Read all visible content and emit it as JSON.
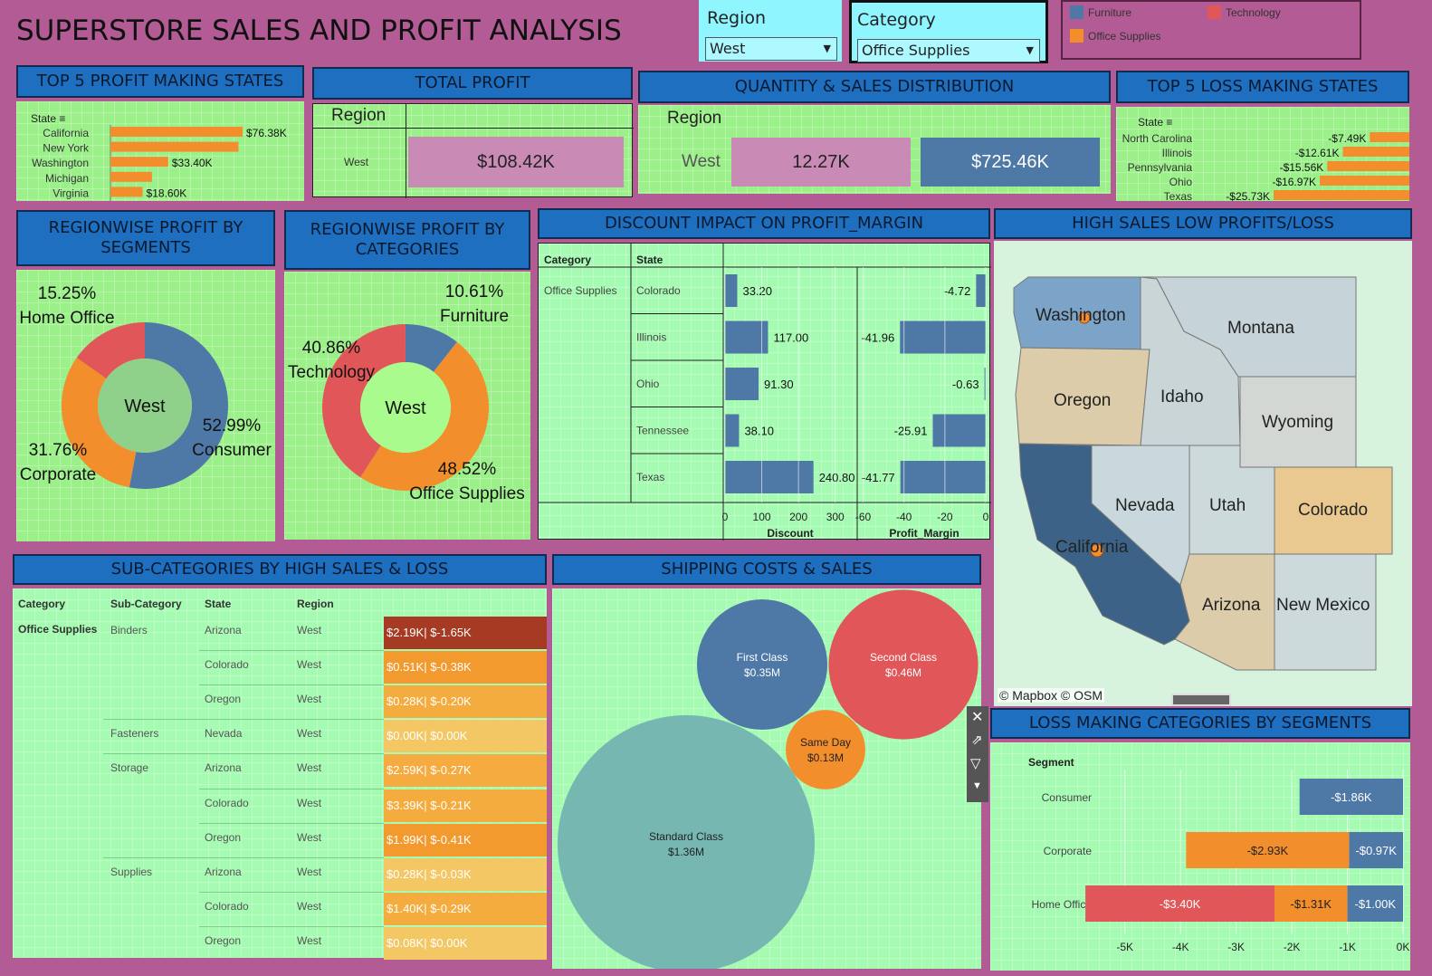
{
  "title": "SUPERSTORE SALES AND PROFIT ANALYSIS",
  "filters": {
    "region": {
      "label": "Region",
      "value": "West"
    },
    "category": {
      "label": "Category",
      "value": "Office Supplies"
    }
  },
  "legend": [
    {
      "name": "Furniture",
      "color": "#4e79a7"
    },
    {
      "name": "Technology",
      "color": "#e15759"
    },
    {
      "name": "Office Supplies",
      "color": "#f28e2b"
    }
  ],
  "headers": {
    "top5_profit": "TOP 5 PROFIT MAKING STATES",
    "total_profit": "TOTAL PROFIT",
    "qty_sales": "QUANTITY & SALES DISTRIBUTION",
    "top5_loss": "TOP 5 LOSS MAKING STATES",
    "region_segments": "REGIONWISE PROFIT BY SEGMENTS",
    "region_categories": "REGIONWISE PROFIT BY CATEGORIES",
    "discount_impact": "DISCOUNT IMPACT ON PROFIT_MARGIN",
    "high_sales_map": "HIGH SALES LOW PROFITS/LOSS",
    "subcategories": "SUB-CATEGORIES BY HIGH SALES & LOSS",
    "shipping": "SHIPPING COSTS & SALES",
    "loss_segments": "LOSS MAKING CATEGORIES BY SEGMENTS"
  },
  "total_profit": {
    "region_label": "Region",
    "region": "West",
    "value": "$108.42K"
  },
  "qty_sales": {
    "region_label": "Region",
    "region": "West",
    "quantity": "12.27K",
    "sales": "$725.46K"
  },
  "map": {
    "attribution": "© Mapbox © OSM",
    "states": [
      "Washington",
      "Montana",
      "Oregon",
      "Idaho",
      "Wyoming",
      "Nevada",
      "Utah",
      "Colorado",
      "California",
      "Arizona",
      "New Mexico"
    ]
  },
  "table": {
    "columns": [
      "Category",
      "Sub-Category",
      "State",
      "Region"
    ],
    "category": "Office Supplies",
    "rows": [
      {
        "sub": "Binders",
        "state": "Arizona",
        "region": "West",
        "value": "$2.19K| $-1.65K",
        "color": "#a63a22"
      },
      {
        "sub": "",
        "state": "Colorado",
        "region": "West",
        "value": "$0.51K| $-0.38K",
        "color": "#f39a2e"
      },
      {
        "sub": "",
        "state": "Oregon",
        "region": "West",
        "value": "$0.28K| $-0.20K",
        "color": "#f5ac3e"
      },
      {
        "sub": "Fasteners",
        "state": "Nevada",
        "region": "West",
        "value": "$0.00K| $0.00K",
        "color": "#f3c763"
      },
      {
        "sub": "Storage",
        "state": "Arizona",
        "region": "West",
        "value": "$2.59K| $-0.27K",
        "color": "#f5ab3f"
      },
      {
        "sub": "",
        "state": "Colorado",
        "region": "West",
        "value": "$3.39K| $-0.21K",
        "color": "#f5ac3e"
      },
      {
        "sub": "",
        "state": "Oregon",
        "region": "West",
        "value": "$1.99K| $-0.41K",
        "color": "#f39a2e"
      },
      {
        "sub": "Supplies",
        "state": "Arizona",
        "region": "West",
        "value": "$0.28K| $-0.03K",
        "color": "#f3c763"
      },
      {
        "sub": "",
        "state": "Colorado",
        "region": "West",
        "value": "$1.40K| $-0.29K",
        "color": "#f5ac3e"
      },
      {
        "sub": "",
        "state": "Oregon",
        "region": "West",
        "value": "$0.08K| $0.00K",
        "color": "#f3c763"
      }
    ]
  },
  "chart_data": [
    {
      "id": "top5_profit",
      "type": "bar",
      "orientation": "horizontal",
      "field_label": "State",
      "categories": [
        "California",
        "New York",
        "Washington",
        "Michigan",
        "Virginia"
      ],
      "values": [
        76.38,
        74.0,
        33.4,
        24.0,
        18.6
      ],
      "value_labels": [
        "$76.38K",
        "",
        "$33.40K",
        "",
        "$18.60K"
      ],
      "unit": "K$",
      "color": "#f28e2b"
    },
    {
      "id": "top5_loss",
      "type": "bar",
      "orientation": "horizontal",
      "field_label": "State",
      "categories": [
        "North Carolina",
        "Illinois",
        "Pennsylvania",
        "Ohio",
        "Texas"
      ],
      "values": [
        -7.49,
        -12.61,
        -15.56,
        -16.97,
        -25.73
      ],
      "value_labels": [
        "-$7.49K",
        "-$12.61K",
        "-$15.56K",
        "-$16.97K",
        "-$25.73K"
      ],
      "unit": "K$",
      "color": "#f28e2b"
    },
    {
      "id": "segments",
      "type": "pie",
      "center_label": "West",
      "slices": [
        {
          "label": "Consumer",
          "percent": 52.99,
          "pct_text": "52.99%",
          "color": "#4e79a7"
        },
        {
          "label": "Corporate",
          "percent": 31.76,
          "pct_text": "31.76%",
          "color": "#f28e2b"
        },
        {
          "label": "Home Office",
          "percent": 15.25,
          "pct_text": "15.25%",
          "color": "#e15759"
        }
      ]
    },
    {
      "id": "categories",
      "type": "pie",
      "center_label": "West",
      "slices": [
        {
          "label": "Furniture",
          "percent": 10.61,
          "pct_text": "10.61%",
          "color": "#4e79a7"
        },
        {
          "label": "Office Supplies",
          "percent": 48.52,
          "pct_text": "48.52%",
          "color": "#f28e2b"
        },
        {
          "label": "Technology",
          "percent": 40.86,
          "pct_text": "40.86%",
          "color": "#e15759"
        }
      ]
    },
    {
      "id": "discount_impact",
      "type": "bar",
      "orientation": "horizontal",
      "columns": [
        "Category",
        "State"
      ],
      "category": "Office Supplies",
      "states": [
        "Colorado",
        "Illinois",
        "Ohio",
        "Tennessee",
        "Texas"
      ],
      "discount": [
        33.2,
        117.0,
        91.3,
        38.1,
        240.8
      ],
      "discount_labels": [
        "33.20",
        "117.00",
        "91.30",
        "38.10",
        "240.80"
      ],
      "profit_margin": [
        -4.72,
        -41.96,
        -0.63,
        -25.91,
        -41.77
      ],
      "profit_margin_labels": [
        "-4.72",
        "-41.96",
        "-0.63",
        "-25.91",
        "-41.77"
      ],
      "discount_axis": {
        "label": "Discount",
        "ticks": [
          "0",
          "100",
          "200",
          "300"
        ],
        "range": [
          0,
          350
        ]
      },
      "profit_axis": {
        "label": "Profit_Margin",
        "ticks": [
          "-60",
          "-40",
          "-20",
          "0"
        ],
        "range": [
          -62,
          0
        ]
      },
      "color": "#4e79a7"
    },
    {
      "id": "shipping",
      "type": "bubble",
      "items": [
        {
          "name": "First Class",
          "label": "$0.35M",
          "value": 0.35,
          "color": "#4e79a7"
        },
        {
          "name": "Second Class",
          "label": "$0.46M",
          "value": 0.46,
          "color": "#e15759"
        },
        {
          "name": "Same Day",
          "label": "$0.13M",
          "value": 0.13,
          "color": "#f28e2b"
        },
        {
          "name": "Standard Class",
          "label": "$1.36M",
          "value": 1.36,
          "color": "#76b7b2"
        }
      ]
    },
    {
      "id": "loss_segments",
      "type": "bar",
      "orientation": "horizontal",
      "stacked": true,
      "field_label": "Segment",
      "categories": [
        "Consumer",
        "Corporate",
        "Home Office"
      ],
      "series": [
        {
          "name": "Furniture",
          "values": [
            -1.86,
            -0.97,
            -1.0
          ],
          "labels": [
            "-$1.86K",
            "-$0.97K",
            "-$1.00K"
          ],
          "color": "#4e79a7"
        },
        {
          "name": "Office Supplies",
          "values": [
            0,
            -2.93,
            -1.31
          ],
          "labels": [
            "",
            "-$2.93K",
            "-$1.31K"
          ],
          "color": "#f28e2b"
        },
        {
          "name": "Technology",
          "values": [
            0,
            0,
            -3.4
          ],
          "labels": [
            "",
            "",
            "-$3.40K"
          ],
          "color": "#e15759"
        }
      ],
      "ticks": [
        "-5K",
        "-4K",
        "-3K",
        "-2K",
        "-1K",
        "0K"
      ],
      "xlim": [
        -5.5,
        0
      ]
    }
  ]
}
